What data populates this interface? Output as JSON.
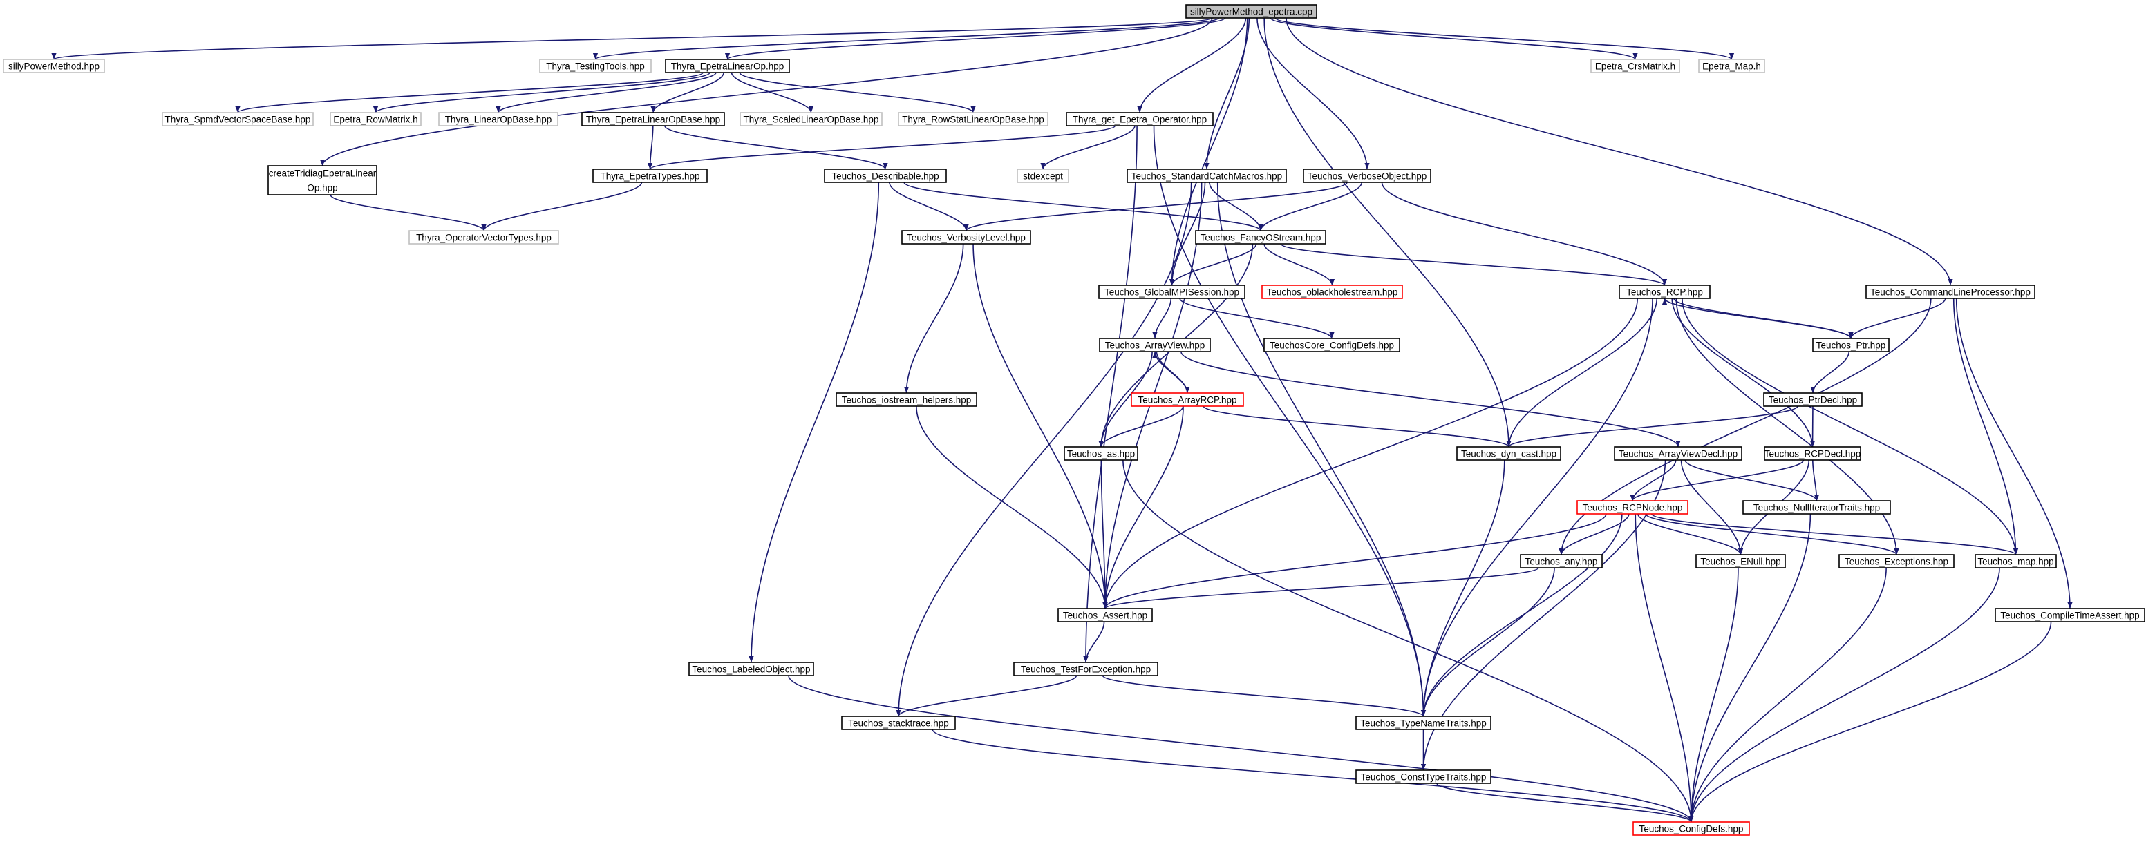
{
  "colors": {
    "edge": "#191970",
    "border_normal": "#000000",
    "border_external": "#bfbfbf",
    "border_truncated": "#ff0000",
    "fill_root": "#bfbfbf",
    "fill_normal": "#ffffff",
    "text": "#000000"
  },
  "nodes": [
    {
      "id": "root",
      "lines": [
        "sillyPowerMethod_epetra.cpp"
      ],
      "style": "root"
    },
    {
      "id": "spm_hpp",
      "lines": [
        "sillyPowerMethod.hpp"
      ],
      "style": "external"
    },
    {
      "id": "thyra_testingtools",
      "lines": [
        "Thyra_TestingTools.hpp"
      ],
      "style": "external"
    },
    {
      "id": "thyra_epetralinearop",
      "lines": [
        "Thyra_EpetraLinearOp.hpp"
      ],
      "style": "normal"
    },
    {
      "id": "epetra_crsmatrix",
      "lines": [
        "Epetra_CrsMatrix.h"
      ],
      "style": "external"
    },
    {
      "id": "epetra_map",
      "lines": [
        "Epetra_Map.h"
      ],
      "style": "external"
    },
    {
      "id": "thyra_spmd",
      "lines": [
        "Thyra_SpmdVectorSpaceBase.hpp"
      ],
      "style": "external"
    },
    {
      "id": "epetra_rowmatrix",
      "lines": [
        "Epetra_RowMatrix.h"
      ],
      "style": "external"
    },
    {
      "id": "thyra_linearopbase",
      "lines": [
        "Thyra_LinearOpBase.hpp"
      ],
      "style": "external"
    },
    {
      "id": "thyra_epetralinearopbase",
      "lines": [
        "Thyra_EpetraLinearOpBase.hpp"
      ],
      "style": "normal"
    },
    {
      "id": "thyra_scaled",
      "lines": [
        "Thyra_ScaledLinearOpBase.hpp"
      ],
      "style": "external"
    },
    {
      "id": "thyra_rowstat",
      "lines": [
        "Thyra_RowStatLinearOpBase.hpp"
      ],
      "style": "external"
    },
    {
      "id": "thyra_get_epetra",
      "lines": [
        "Thyra_get_Epetra_Operator.hpp"
      ],
      "style": "normal"
    },
    {
      "id": "create_tridiag",
      "lines": [
        "createTridiagEpetraLinear",
        "Op.hpp"
      ],
      "style": "normal"
    },
    {
      "id": "thyra_epetratypes",
      "lines": [
        "Thyra_EpetraTypes.hpp"
      ],
      "style": "normal"
    },
    {
      "id": "teuchos_describable",
      "lines": [
        "Teuchos_Describable.hpp"
      ],
      "style": "normal"
    },
    {
      "id": "stdexcept",
      "lines": [
        "stdexcept"
      ],
      "style": "external"
    },
    {
      "id": "teuchos_stdcatch",
      "lines": [
        "Teuchos_StandardCatchMacros.hpp"
      ],
      "style": "normal"
    },
    {
      "id": "teuchos_verboseobject",
      "lines": [
        "Teuchos_VerboseObject.hpp"
      ],
      "style": "normal"
    },
    {
      "id": "thyra_opvectortypes",
      "lines": [
        "Thyra_OperatorVectorTypes.hpp"
      ],
      "style": "external"
    },
    {
      "id": "teuchos_verbositylevel",
      "lines": [
        "Teuchos_VerbosityLevel.hpp"
      ],
      "style": "normal"
    },
    {
      "id": "teuchos_fancyostream",
      "lines": [
        "Teuchos_FancyOStream.hpp"
      ],
      "style": "normal"
    },
    {
      "id": "teuchos_globalmpi",
      "lines": [
        "Teuchos_GlobalMPISession.hpp"
      ],
      "style": "normal"
    },
    {
      "id": "teuchos_oblackhole",
      "lines": [
        "Teuchos_oblackholestream.hpp"
      ],
      "style": "truncated"
    },
    {
      "id": "teuchos_rcp",
      "lines": [
        "Teuchos_RCP.hpp"
      ],
      "style": "normal"
    },
    {
      "id": "teuchos_cmdline",
      "lines": [
        "Teuchos_CommandLineProcessor.hpp"
      ],
      "style": "normal"
    },
    {
      "id": "teuchoscore_config",
      "lines": [
        "TeuchosCore_ConfigDefs.hpp"
      ],
      "style": "normal"
    },
    {
      "id": "teuchos_arrayview",
      "lines": [
        "Teuchos_ArrayView.hpp"
      ],
      "style": "normal"
    },
    {
      "id": "teuchos_ptr",
      "lines": [
        "Teuchos_Ptr.hpp"
      ],
      "style": "normal"
    },
    {
      "id": "teuchos_arrayrcp",
      "lines": [
        "Teuchos_ArrayRCP.hpp"
      ],
      "style": "truncated"
    },
    {
      "id": "teuchos_iostream",
      "lines": [
        "Teuchos_iostream_helpers.hpp"
      ],
      "style": "normal"
    },
    {
      "id": "teuchos_ptrdecl",
      "lines": [
        "Teuchos_PtrDecl.hpp"
      ],
      "style": "normal"
    },
    {
      "id": "teuchos_as",
      "lines": [
        "Teuchos_as.hpp"
      ],
      "style": "normal"
    },
    {
      "id": "teuchos_dyncast",
      "lines": [
        "Teuchos_dyn_cast.hpp"
      ],
      "style": "normal"
    },
    {
      "id": "teuchos_arrayviewdecl",
      "lines": [
        "Teuchos_ArrayViewDecl.hpp"
      ],
      "style": "normal"
    },
    {
      "id": "teuchos_rcpdecl",
      "lines": [
        "Teuchos_RCPDecl.hpp"
      ],
      "style": "normal"
    },
    {
      "id": "teuchos_rcpnode",
      "lines": [
        "Teuchos_RCPNode.hpp"
      ],
      "style": "truncated"
    },
    {
      "id": "teuchos_nulliter",
      "lines": [
        "Teuchos_NullIteratorTraits.hpp"
      ],
      "style": "normal"
    },
    {
      "id": "teuchos_any",
      "lines": [
        "Teuchos_any.hpp"
      ],
      "style": "normal"
    },
    {
      "id": "teuchos_enull",
      "lines": [
        "Teuchos_ENull.hpp"
      ],
      "style": "normal"
    },
    {
      "id": "teuchos_exceptions",
      "lines": [
        "Teuchos_Exceptions.hpp"
      ],
      "style": "normal"
    },
    {
      "id": "teuchos_map",
      "lines": [
        "Teuchos_map.hpp"
      ],
      "style": "normal"
    },
    {
      "id": "teuchos_assert",
      "lines": [
        "Teuchos_Assert.hpp"
      ],
      "style": "normal"
    },
    {
      "id": "teuchos_compiletime",
      "lines": [
        "Teuchos_CompileTimeAssert.hpp"
      ],
      "style": "normal"
    },
    {
      "id": "teuchos_labeledobject",
      "lines": [
        "Teuchos_LabeledObject.hpp"
      ],
      "style": "normal"
    },
    {
      "id": "teuchos_testforexc",
      "lines": [
        "Teuchos_TestForException.hpp"
      ],
      "style": "normal"
    },
    {
      "id": "teuchos_stacktrace",
      "lines": [
        "Teuchos_stacktrace.hpp"
      ],
      "style": "normal"
    },
    {
      "id": "teuchos_typename",
      "lines": [
        "Teuchos_TypeNameTraits.hpp"
      ],
      "style": "normal"
    },
    {
      "id": "teuchos_consttype",
      "lines": [
        "Teuchos_ConstTypeTraits.hpp"
      ],
      "style": "normal"
    },
    {
      "id": "teuchos_configdefs",
      "lines": [
        "Teuchos_ConfigDefs.hpp"
      ],
      "style": "truncated"
    }
  ],
  "edges": [
    [
      "root",
      "spm_hpp"
    ],
    [
      "root",
      "thyra_testingtools"
    ],
    [
      "root",
      "thyra_epetralinearop"
    ],
    [
      "root",
      "epetra_crsmatrix"
    ],
    [
      "root",
      "epetra_map"
    ],
    [
      "root",
      "create_tridiag"
    ],
    [
      "root",
      "thyra_get_epetra"
    ],
    [
      "root",
      "teuchos_stdcatch"
    ],
    [
      "root",
      "teuchos_verboseobject"
    ],
    [
      "root",
      "teuchos_globalmpi"
    ],
    [
      "root",
      "teuchos_dyncast"
    ],
    [
      "root",
      "teuchos_cmdline"
    ],
    [
      "thyra_epetralinearop",
      "thyra_spmd"
    ],
    [
      "thyra_epetralinearop",
      "epetra_rowmatrix"
    ],
    [
      "thyra_epetralinearop",
      "thyra_linearopbase"
    ],
    [
      "thyra_epetralinearop",
      "thyra_epetralinearopbase"
    ],
    [
      "thyra_epetralinearop",
      "thyra_scaled"
    ],
    [
      "thyra_epetralinearop",
      "thyra_rowstat"
    ],
    [
      "thyra_epetralinearopbase",
      "thyra_epetratypes"
    ],
    [
      "thyra_epetralinearopbase",
      "teuchos_describable"
    ],
    [
      "thyra_get_epetra",
      "thyra_epetratypes"
    ],
    [
      "thyra_get_epetra",
      "stdexcept"
    ],
    [
      "thyra_get_epetra",
      "teuchos_testforexc"
    ],
    [
      "thyra_get_epetra",
      "teuchos_typename"
    ],
    [
      "create_tridiag",
      "thyra_opvectortypes"
    ],
    [
      "thyra_epetratypes",
      "thyra_opvectortypes"
    ],
    [
      "teuchos_describable",
      "teuchos_verbositylevel"
    ],
    [
      "teuchos_describable",
      "teuchos_fancyostream"
    ],
    [
      "teuchos_describable",
      "teuchos_labeledobject"
    ],
    [
      "teuchos_stdcatch",
      "teuchos_globalmpi"
    ],
    [
      "teuchos_stdcatch",
      "teuchos_fancyostream"
    ],
    [
      "teuchos_stdcatch",
      "teuchos_assert"
    ],
    [
      "teuchos_stdcatch",
      "teuchos_stacktrace"
    ],
    [
      "teuchos_stdcatch",
      "teuchos_typename"
    ],
    [
      "teuchos_verboseobject",
      "teuchos_verbositylevel"
    ],
    [
      "teuchos_verboseobject",
      "teuchos_fancyostream"
    ],
    [
      "teuchos_verboseobject",
      "teuchos_rcp"
    ],
    [
      "teuchos_verbositylevel",
      "teuchos_iostream"
    ],
    [
      "teuchos_verbositylevel",
      "teuchos_assert"
    ],
    [
      "teuchos_fancyostream",
      "teuchos_globalmpi"
    ],
    [
      "teuchos_fancyostream",
      "teuchos_oblackhole"
    ],
    [
      "teuchos_fancyostream",
      "teuchos_rcp"
    ],
    [
      "teuchos_fancyostream",
      "teuchos_as"
    ],
    [
      "teuchos_globalmpi",
      "teuchoscore_config"
    ],
    [
      "teuchos_globalmpi",
      "teuchos_arrayview"
    ],
    [
      "teuchos_arrayview",
      "teuchos_arrayrcp"
    ],
    [
      "teuchos_arrayrcp",
      "teuchos_arrayview"
    ],
    [
      "teuchos_arrayview",
      "teuchos_as"
    ],
    [
      "teuchos_arrayview",
      "teuchos_arrayviewdecl"
    ],
    [
      "teuchos_arrayrcp",
      "teuchos_as"
    ],
    [
      "teuchos_arrayrcp",
      "teuchos_dyncast"
    ],
    [
      "teuchos_arrayrcp",
      "teuchos_assert"
    ],
    [
      "teuchos_iostream",
      "teuchos_assert"
    ],
    [
      "teuchos_as",
      "teuchos_assert"
    ],
    [
      "teuchos_as",
      "teuchos_configdefs"
    ],
    [
      "teuchos_rcp",
      "teuchos_ptr"
    ],
    [
      "teuchos_ptr",
      "teuchos_rcp"
    ],
    [
      "teuchos_rcp",
      "teuchos_rcpdecl"
    ],
    [
      "teuchos_rcp",
      "teuchos_dyncast"
    ],
    [
      "teuchos_rcp",
      "teuchos_exceptions"
    ],
    [
      "teuchos_rcp",
      "teuchos_map"
    ],
    [
      "teuchos_rcp",
      "teuchos_assert"
    ],
    [
      "teuchos_rcp",
      "teuchos_typename"
    ],
    [
      "teuchos_cmdline",
      "teuchos_ptr"
    ],
    [
      "teuchos_cmdline",
      "teuchos_any"
    ],
    [
      "teuchos_cmdline",
      "teuchos_map"
    ],
    [
      "teuchos_cmdline",
      "teuchos_compiletime"
    ],
    [
      "teuchos_ptr",
      "teuchos_ptrdecl"
    ],
    [
      "teuchos_ptrdecl",
      "teuchos_rcpdecl"
    ],
    [
      "teuchos_ptrdecl",
      "teuchos_dyncast"
    ],
    [
      "teuchos_rcpdecl",
      "teuchos_rcpnode"
    ],
    [
      "teuchos_rcpdecl",
      "teuchos_nulliter"
    ],
    [
      "teuchos_rcpdecl",
      "teuchos_enull"
    ],
    [
      "teuchos_arrayviewdecl",
      "teuchos_rcpnode"
    ],
    [
      "teuchos_arrayviewdecl",
      "teuchos_nulliter"
    ],
    [
      "teuchos_arrayviewdecl",
      "teuchos_enull"
    ],
    [
      "teuchos_arrayviewdecl",
      "teuchos_consttype"
    ],
    [
      "teuchos_dyncast",
      "teuchos_typename"
    ],
    [
      "teuchos_rcpnode",
      "teuchos_any"
    ],
    [
      "teuchos_rcpnode",
      "teuchos_enull"
    ],
    [
      "teuchos_rcpnode",
      "teuchos_exceptions"
    ],
    [
      "teuchos_rcpnode",
      "teuchos_map"
    ],
    [
      "teuchos_rcpnode",
      "teuchos_assert"
    ],
    [
      "teuchos_rcpnode",
      "teuchos_typename"
    ],
    [
      "teuchos_rcpnode",
      "teuchos_configdefs"
    ],
    [
      "teuchos_nulliter",
      "teuchos_configdefs"
    ],
    [
      "teuchos_any",
      "teuchos_assert"
    ],
    [
      "teuchos_any",
      "teuchos_typename"
    ],
    [
      "teuchos_enull",
      "teuchos_configdefs"
    ],
    [
      "teuchos_exceptions",
      "teuchos_configdefs"
    ],
    [
      "teuchos_map",
      "teuchos_configdefs"
    ],
    [
      "teuchos_compiletime",
      "teuchos_configdefs"
    ],
    [
      "teuchos_assert",
      "teuchos_testforexc"
    ],
    [
      "teuchos_testforexc",
      "teuchos_stacktrace"
    ],
    [
      "teuchos_testforexc",
      "teuchos_typename"
    ],
    [
      "teuchos_labeledobject",
      "teuchos_configdefs"
    ],
    [
      "teuchos_stacktrace",
      "teuchos_configdefs"
    ],
    [
      "teuchos_typename",
      "teuchos_consttype"
    ],
    [
      "teuchos_consttype",
      "teuchos_configdefs"
    ]
  ]
}
